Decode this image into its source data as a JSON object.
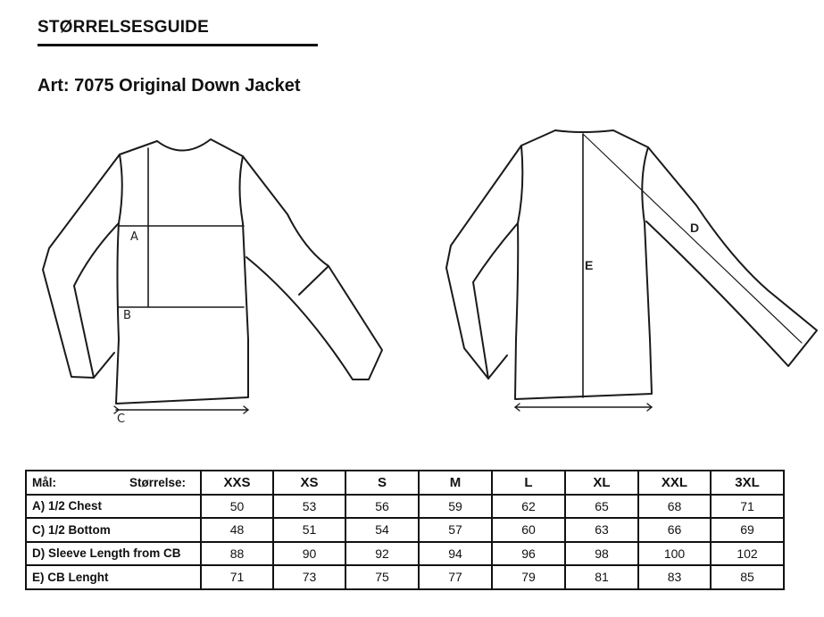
{
  "title": "STØRRELSESGUIDE",
  "article": "Art: 7075 Original Down Jacket",
  "diagram": {
    "label_a": "A",
    "label_b": "B",
    "label_c": "C",
    "label_d": "D",
    "label_e": "E"
  },
  "table": {
    "header_measure": "Mål:",
    "header_size": "Størrelse:",
    "sizes": [
      "XXS",
      "XS",
      "S",
      "M",
      "L",
      "XL",
      "XXL",
      "3XL"
    ],
    "rows": [
      {
        "label": "A) 1/2 Chest",
        "values": [
          "50",
          "53",
          "56",
          "59",
          "62",
          "65",
          "68",
          "71"
        ]
      },
      {
        "label": "C) 1/2 Bottom",
        "values": [
          "48",
          "51",
          "54",
          "57",
          "60",
          "63",
          "66",
          "69"
        ]
      },
      {
        "label": "D) Sleeve Length from CB",
        "values": [
          "88",
          "90",
          "92",
          "94",
          "96",
          "98",
          "100",
          "102"
        ]
      },
      {
        "label": "E) CB Lenght",
        "values": [
          "71",
          "73",
          "75",
          "77",
          "79",
          "81",
          "83",
          "85"
        ]
      }
    ]
  }
}
